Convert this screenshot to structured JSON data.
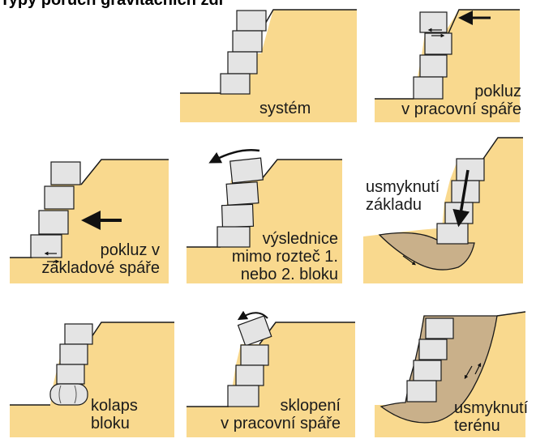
{
  "title": "Typy poruch gravitačních zdí",
  "colors": {
    "soil": "#f9d98e",
    "slip_body": "#c9b08a",
    "block_fill": "#e4e4e4",
    "line": "#1a1a1a"
  },
  "panels": [
    {
      "id": "system",
      "label_lines": [
        "systém"
      ]
    },
    {
      "id": "pokluz-pracovni-spare",
      "label_lines": [
        "pokluz",
        "v pracovní spáře"
      ]
    },
    {
      "id": "pokluz-zakladove-spare",
      "label_lines": [
        "pokluz v",
        "základové spáře"
      ]
    },
    {
      "id": "vyslednice-mimo-roztec",
      "label_lines": [
        "výslednice",
        "mimo rozteč 1.",
        "nebo 2. bloku"
      ]
    },
    {
      "id": "usmyknuti-zakladu",
      "label_lines": [
        "usmyknutí",
        "základu"
      ]
    },
    {
      "id": "kolaps-bloku",
      "label_lines": [
        "kolaps",
        "bloku"
      ]
    },
    {
      "id": "sklopeni-pracovni-spare",
      "label_lines": [
        "sklopení",
        "v pracovní spáře"
      ]
    },
    {
      "id": "usmyknuti-terenu",
      "label_lines": [
        "usmyknutí",
        "terénu"
      ]
    }
  ]
}
